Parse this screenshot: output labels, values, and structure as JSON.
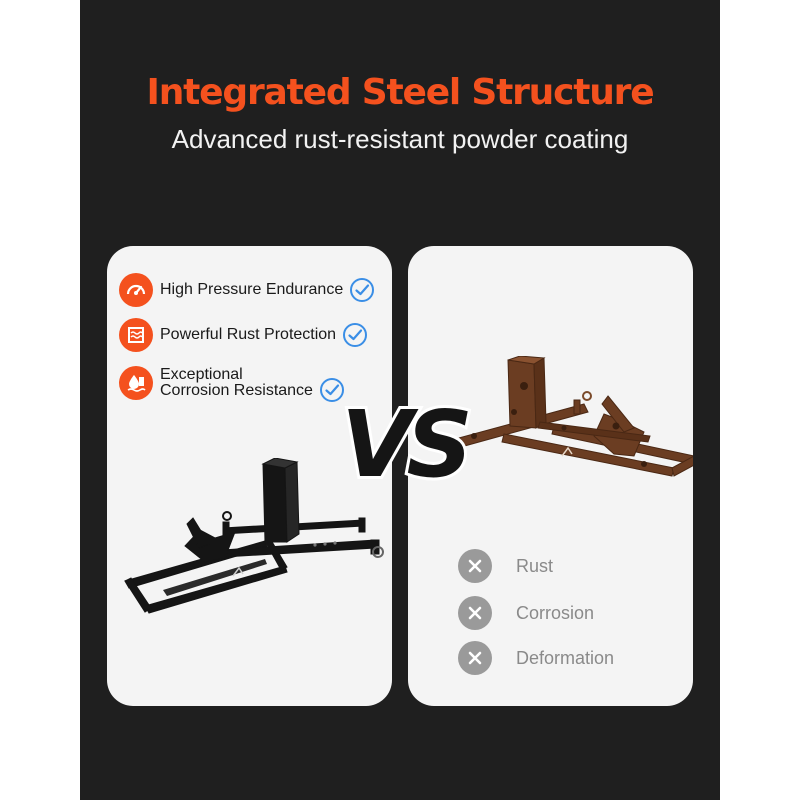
{
  "header": {
    "title": "Integrated Steel Structure",
    "subtitle": "Advanced rust-resistant powder coating"
  },
  "colors": {
    "accent": "#f4511e",
    "panel": "#1f1f1f",
    "card": "#f4f4f4",
    "check": "#3a8ee6",
    "cross": "#9a9a9a",
    "rust": "#6b3d22"
  },
  "features": [
    {
      "icon": "pressure-gauge-icon",
      "label": "High Pressure Endurance"
    },
    {
      "icon": "rust-shield-icon",
      "label": "Powerful Rust Protection"
    },
    {
      "icon": "corrosion-drop-icon",
      "label_line1": "Exceptional",
      "label_line2": "Corrosion Resistance"
    }
  ],
  "vs_label": "VS",
  "drawbacks": [
    {
      "icon": "cross-icon",
      "label": "Rust"
    },
    {
      "icon": "cross-icon",
      "label": "Corrosion"
    },
    {
      "icon": "cross-icon",
      "label": "Deformation"
    }
  ]
}
